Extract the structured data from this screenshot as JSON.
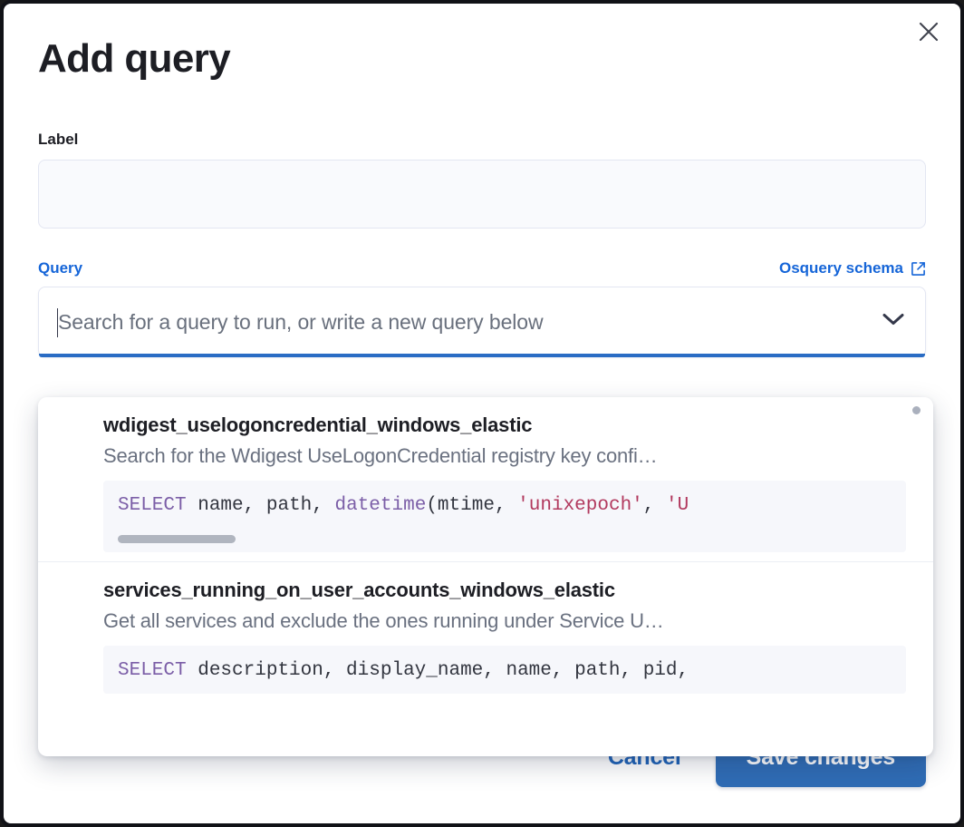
{
  "modal": {
    "title": "Add query",
    "close_icon": "close-icon"
  },
  "label_field": {
    "label": "Label",
    "value": "",
    "placeholder": ""
  },
  "query_field": {
    "label": "Query",
    "schema_link": "Osquery schema",
    "schema_link_icon": "external-link-icon",
    "placeholder": "Search for a query to run, or write a new query below",
    "value": "",
    "chevron_icon": "chevron-down-icon"
  },
  "dropdown": {
    "items": [
      {
        "title": "wdigest_uselogoncredential_windows_elastic",
        "description": "Search for the Wdigest UseLogonCredential registry key confi…",
        "code_tokens": [
          {
            "t": "SELECT",
            "c": "kw"
          },
          {
            "t": " name",
            "c": "pl"
          },
          {
            "t": ", ",
            "c": "pl"
          },
          {
            "t": "path",
            "c": "pl"
          },
          {
            "t": ", ",
            "c": "pl"
          },
          {
            "t": "datetime",
            "c": "fn"
          },
          {
            "t": "(mtime, ",
            "c": "pl"
          },
          {
            "t": "'unixepoch'",
            "c": "str"
          },
          {
            "t": ", ",
            "c": "pl"
          },
          {
            "t": "'U",
            "c": "str"
          }
        ],
        "has_scrollbar": true
      },
      {
        "title": "services_running_on_user_accounts_windows_elastic",
        "description": "Get all services and exclude the ones running under Service U…",
        "code_tokens": [
          {
            "t": "SELECT",
            "c": "kw"
          },
          {
            "t": " description, display_name, name, path, pid,",
            "c": "pl"
          }
        ],
        "has_scrollbar": false
      }
    ]
  },
  "footer": {
    "cancel_label": "Cancel",
    "save_label": "Save changes"
  },
  "colors": {
    "accent_blue": "#1565d8",
    "button_blue": "#2f6cb5",
    "focus_underline": "#2a6cc4",
    "sql_keyword": "#7b5ea7",
    "sql_string": "#b2395e",
    "text_dark": "#1d1e24",
    "text_muted": "#6a7180"
  }
}
